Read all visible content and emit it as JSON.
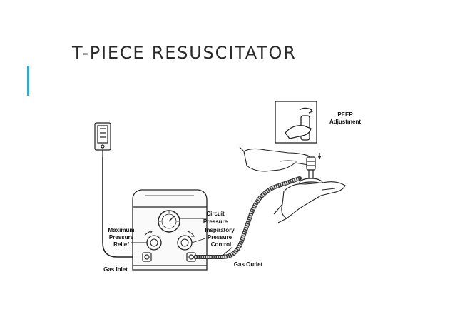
{
  "slide": {
    "title": "T-PIECE RESUSCITATOR",
    "accent_color": "#3aa6c9"
  },
  "labels": {
    "peep": [
      "PEEP",
      "Adjustment"
    ],
    "circuit_pressure": [
      "Circuit",
      "Pressure"
    ],
    "inspiratory": [
      "Inspiratory",
      "Pressure",
      "Control"
    ],
    "max_pressure": [
      "Maximum",
      "Pressure",
      "Relief"
    ],
    "gas_inlet": "Gas Inlet",
    "gas_outlet": "Gas Outlet"
  }
}
